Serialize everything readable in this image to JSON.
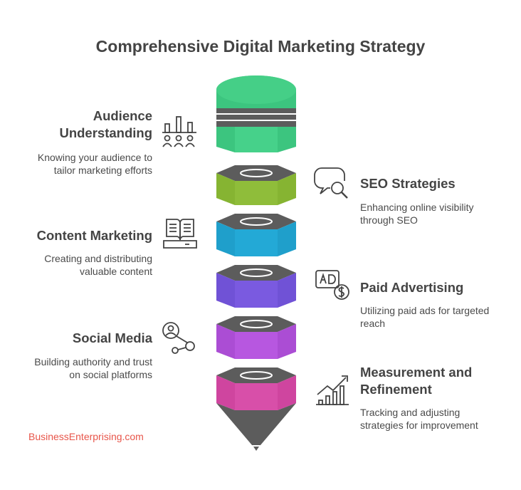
{
  "title": "Comprehensive Digital Marketing Strategy",
  "items": [
    {
      "heading_line1": "Audience",
      "heading_line2": "Understanding",
      "desc_line1": "Knowing your audience to",
      "desc_line2": "tailor marketing efforts",
      "icon": "audience-chart-icon",
      "color": "#3cc57f"
    },
    {
      "heading_line1": "SEO Strategies",
      "desc_line1": "Enhancing online visibility",
      "desc_line2": "through SEO",
      "icon": "search-chat-icon",
      "color": "#8fbd3a"
    },
    {
      "heading_line1": "Content Marketing",
      "desc_line1": "Creating and distributing",
      "desc_line2": "valuable content",
      "icon": "book-icon",
      "color": "#23a9d6"
    },
    {
      "heading_line1": "Paid Advertising",
      "desc_line1": "Utilizing paid ads for targeted",
      "desc_line2": "reach",
      "icon": "ad-dollar-icon",
      "color": "#7a5ae0"
    },
    {
      "heading_line1": "Social Media",
      "desc_line1": "Building authority and trust",
      "desc_line2": "on social platforms",
      "icon": "social-network-icon",
      "color": "#b757e0"
    },
    {
      "heading_line1": "Measurement and",
      "heading_line2": "Refinement",
      "desc_line1": "Tracking and adjusting",
      "desc_line2": "strategies for improvement",
      "icon": "growth-chart-icon",
      "color": "#d84fa9"
    }
  ],
  "credit": "BusinessEnterprising.com",
  "colors": {
    "dark": "#5c5c5c",
    "text": "#444444",
    "credit": "#e8554a"
  }
}
